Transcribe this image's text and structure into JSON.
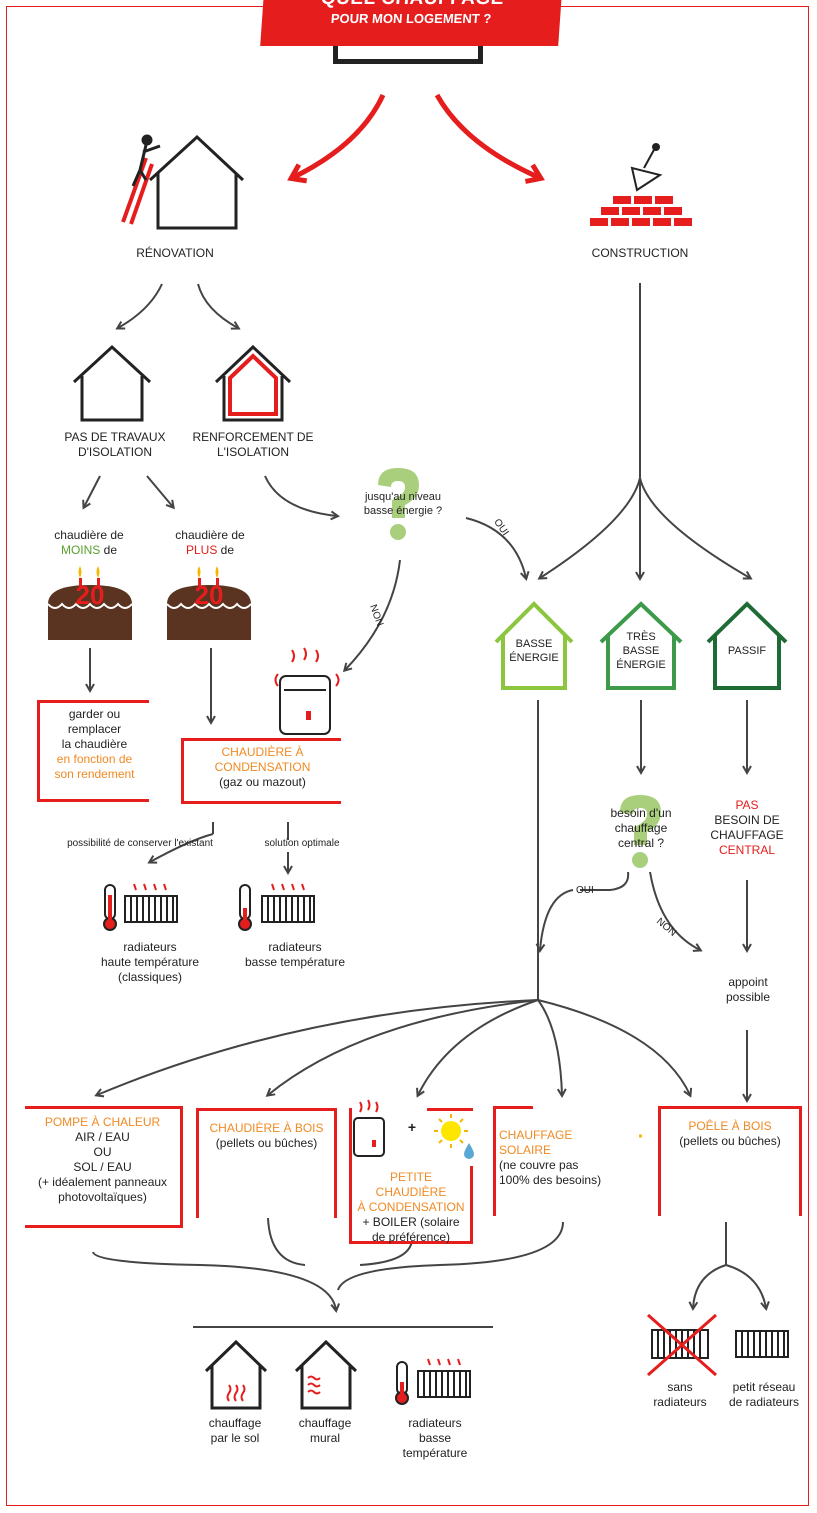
{
  "title": {
    "line1": "QUEL CHAUFFAGE",
    "line2": "POUR MON LOGEMENT ?"
  },
  "colors": {
    "red": "#e51d1d",
    "light_green": "#8cc63f",
    "green": "#3c9a4a",
    "dark_green": "#1e6b35",
    "orange": "#f08a24"
  },
  "renovation": {
    "label": "RÉNOVATION"
  },
  "construction": {
    "label": "CONSTRUCTION"
  },
  "pas_travaux": {
    "line1": "PAS DE TRAVAUX",
    "line2": "D'ISOLATION"
  },
  "renforcement": {
    "line1": "RENFORCEMENT DE",
    "line2": "L'ISOLATION"
  },
  "question_basse": {
    "line1": "jusqu'au niveau",
    "line2": "basse énergie ?",
    "oui": "OUI",
    "non": "NON"
  },
  "moins": {
    "prefix": "chaudière de",
    "highlight": "MOINS",
    "suffix": "de",
    "cake": "20"
  },
  "plus": {
    "prefix": "chaudière de",
    "highlight": "PLUS",
    "suffix": "de",
    "cake": "20"
  },
  "garder": {
    "l1": "garder ou",
    "l2": "remplacer",
    "l3": "la chaudière",
    "l4": "en fonction de",
    "l5": "son rendement"
  },
  "chaudiere_cond": {
    "l1": "CHAUDIÈRE À",
    "l2": "CONDENSATION",
    "l3": "(gaz ou mazout)"
  },
  "possibilite": "possibilité de conserver l'existant",
  "solution": "solution optimale",
  "rad_haute": {
    "l1": "radiateurs",
    "l2": "haute température",
    "l3": "(classiques)"
  },
  "rad_basse": {
    "l1": "radiateurs",
    "l2": "basse température"
  },
  "houses": {
    "basse": {
      "l1": "BASSE",
      "l2": "ÉNERGIE"
    },
    "tres": {
      "l1": "TRÈS",
      "l2": "BASSE",
      "l3": "ÉNERGIE"
    },
    "passif": {
      "l1": "PASSIF"
    }
  },
  "besoin": {
    "l1": "besoin d'un",
    "l2": "chauffage",
    "l3": "central ?",
    "oui": "OUI",
    "non": "NON"
  },
  "pas_besoin": {
    "l1": "PAS",
    "l2": "BESOIN DE",
    "l3": "CHAUFFAGE",
    "l4": "CENTRAL"
  },
  "appoint": {
    "l1": "appoint",
    "l2": "possible"
  },
  "pompe": {
    "title": "POMPE À CHALEUR",
    "l1": "AIR / EAU",
    "l2": "OU",
    "l3": "SOL / EAU",
    "l4": "(+ idéalement panneaux",
    "l5": "photovoltaïques)"
  },
  "bois": {
    "title": "CHAUDIÈRE À BOIS",
    "l1": "(pellets ou bûches)"
  },
  "petite": {
    "plus": "+",
    "l1": "PETITE CHAUDIÈRE",
    "l2": "À CONDENSATION",
    "l3": "+ BOILER (solaire",
    "l4": "de préférence)"
  },
  "solaire": {
    "l1": "CHAUFFAGE",
    "l2": "SOLAIRE",
    "l3": "(ne couvre pas",
    "l4": "100% des besoins)"
  },
  "poele": {
    "title": "POÊLE À BOIS",
    "l1": "(pellets ou bûches)"
  },
  "bottom": {
    "sol": {
      "l1": "chauffage",
      "l2": "par le sol"
    },
    "mural": {
      "l1": "chauffage",
      "l2": "mural"
    },
    "rad": {
      "l1": "radiateurs",
      "l2": "basse",
      "l3": "température"
    }
  },
  "sans": {
    "l1": "sans",
    "l2": "radiateurs"
  },
  "petit_reseau": {
    "l1": "petit réseau",
    "l2": "de radiateurs"
  }
}
